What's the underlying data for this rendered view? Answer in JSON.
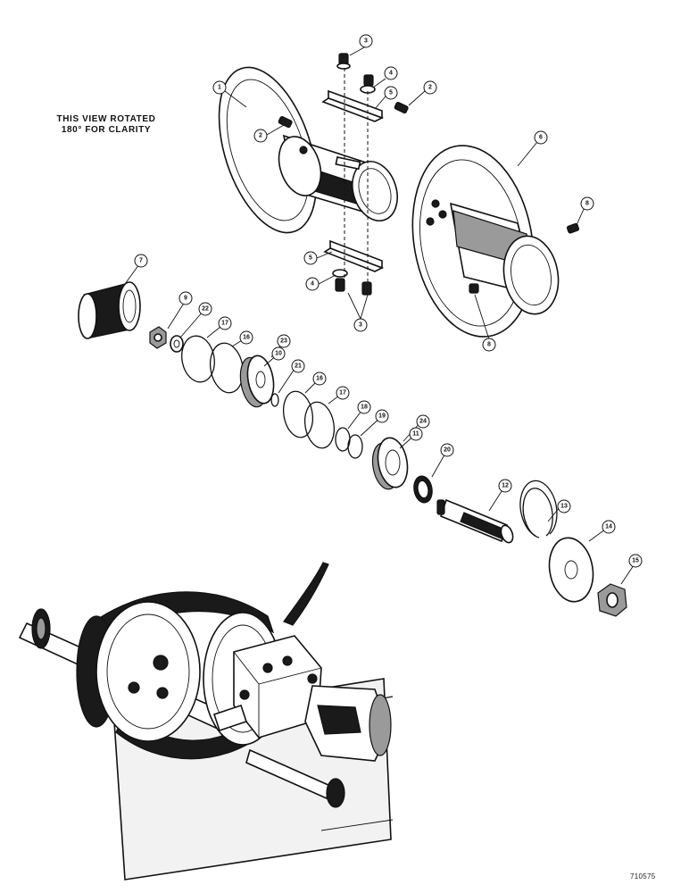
{
  "note": {
    "line1": "THIS VIEW ROTATED",
    "line2": "180° FOR CLARITY"
  },
  "figure_number": "710575",
  "callouts": [
    "1",
    "2",
    "2",
    "3",
    "3",
    "4",
    "4",
    "5",
    "5",
    "6",
    "7",
    "8",
    "8",
    "9",
    "10",
    "11",
    "12",
    "13",
    "14",
    "15",
    "16",
    "16",
    "17",
    "17",
    "18",
    "19",
    "20",
    "21",
    "22",
    "23",
    "24"
  ]
}
